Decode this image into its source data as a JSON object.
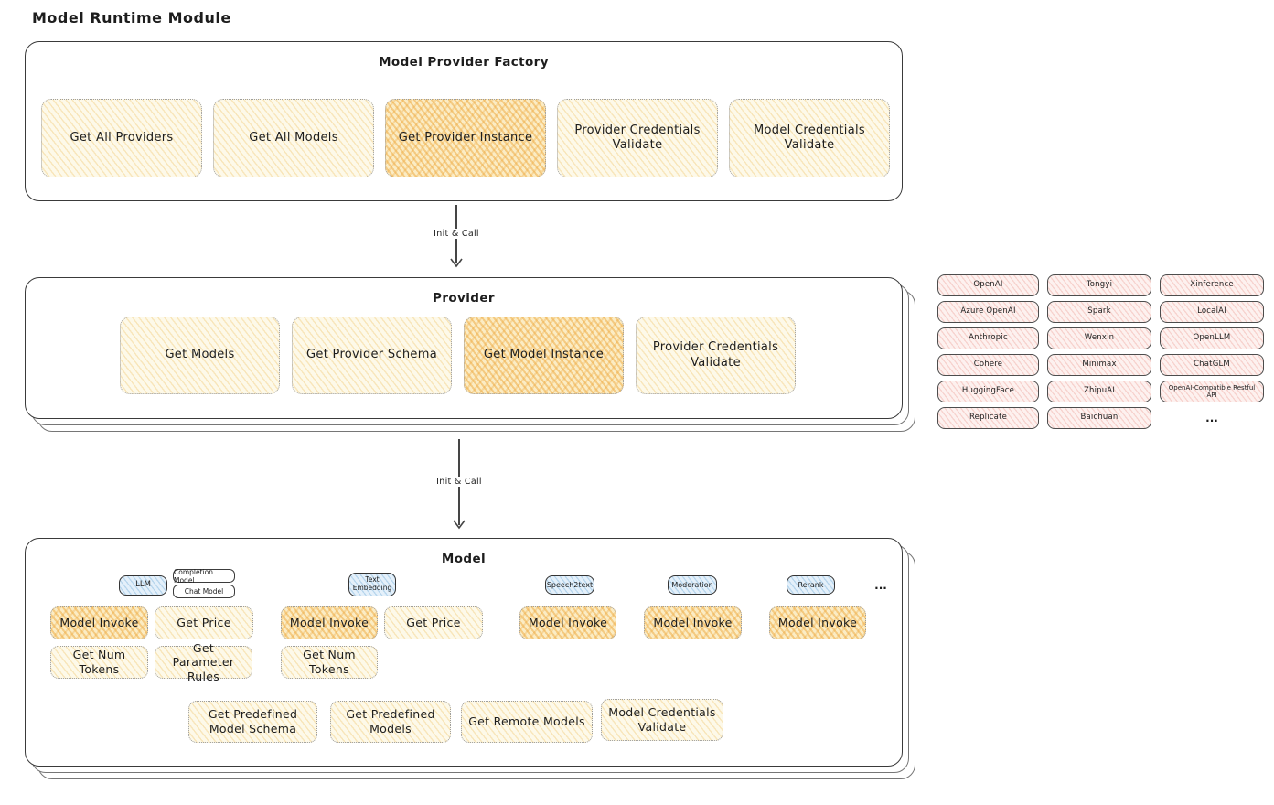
{
  "title": "Model Runtime Module",
  "colors": {
    "yellow_fill": "#fdf9e9",
    "orange_highlight_fill": "#fbecc4",
    "pink_fill": "#fdf1ef",
    "blue_fill": "#e4f0fa",
    "box_border": "#3a3a3a",
    "dotted_border": "#9d9d9d"
  },
  "arrows": {
    "init_call_1": "Init & Call",
    "init_call_2": "Init & Call"
  },
  "factory": {
    "title": "Model Provider Factory",
    "buttons": [
      {
        "label": "Get All Providers",
        "highlighted": false
      },
      {
        "label": "Get All Models",
        "highlighted": false
      },
      {
        "label": "Get Provider Instance",
        "highlighted": true
      },
      {
        "label": "Provider Credentials Validate",
        "highlighted": false
      },
      {
        "label": "Model Credentials Validate",
        "highlighted": false
      }
    ]
  },
  "provider": {
    "title": "Provider",
    "buttons": [
      {
        "label": "Get Models",
        "highlighted": false
      },
      {
        "label": "Get Provider Schema",
        "highlighted": false
      },
      {
        "label": "Get Model Instance",
        "highlighted": true
      },
      {
        "label": "Provider Credentials Validate",
        "highlighted": false
      }
    ]
  },
  "providers_list": {
    "items": [
      "OpenAI",
      "Tongyi",
      "Xinference",
      "Azure OpenAI",
      "Spark",
      "LocalAI",
      "Anthropic",
      "Wenxin",
      "OpenLLM",
      "Cohere",
      "Minimax",
      "ChatGLM",
      "HuggingFace",
      "ZhipuAI",
      "OpenAI-Compatible Restful API",
      "Replicate",
      "Baichuan"
    ],
    "ellipsis": "..."
  },
  "model": {
    "title": "Model",
    "ellipsis": "...",
    "llm": {
      "tab": "LLM",
      "tags": [
        "Completion Model",
        "Chat Model"
      ],
      "invoke": "Model Invoke",
      "price": "Get Price",
      "tokens": "Get Num Tokens",
      "params": "Get Parameter Rules"
    },
    "text_embedding": {
      "tab": "Text Embedding",
      "invoke": "Model Invoke",
      "price": "Get Price",
      "tokens": "Get Num Tokens"
    },
    "speech2text": {
      "tab": "Speech2text",
      "invoke": "Model Invoke"
    },
    "moderation": {
      "tab": "Moderation",
      "invoke": "Model Invoke"
    },
    "rerank": {
      "tab": "Rerank",
      "invoke": "Model Invoke"
    },
    "bottom_buttons": [
      "Get Predefined Model Schema",
      "Get Predefined Models",
      "Get Remote Models",
      "Model Credentials Validate"
    ]
  }
}
